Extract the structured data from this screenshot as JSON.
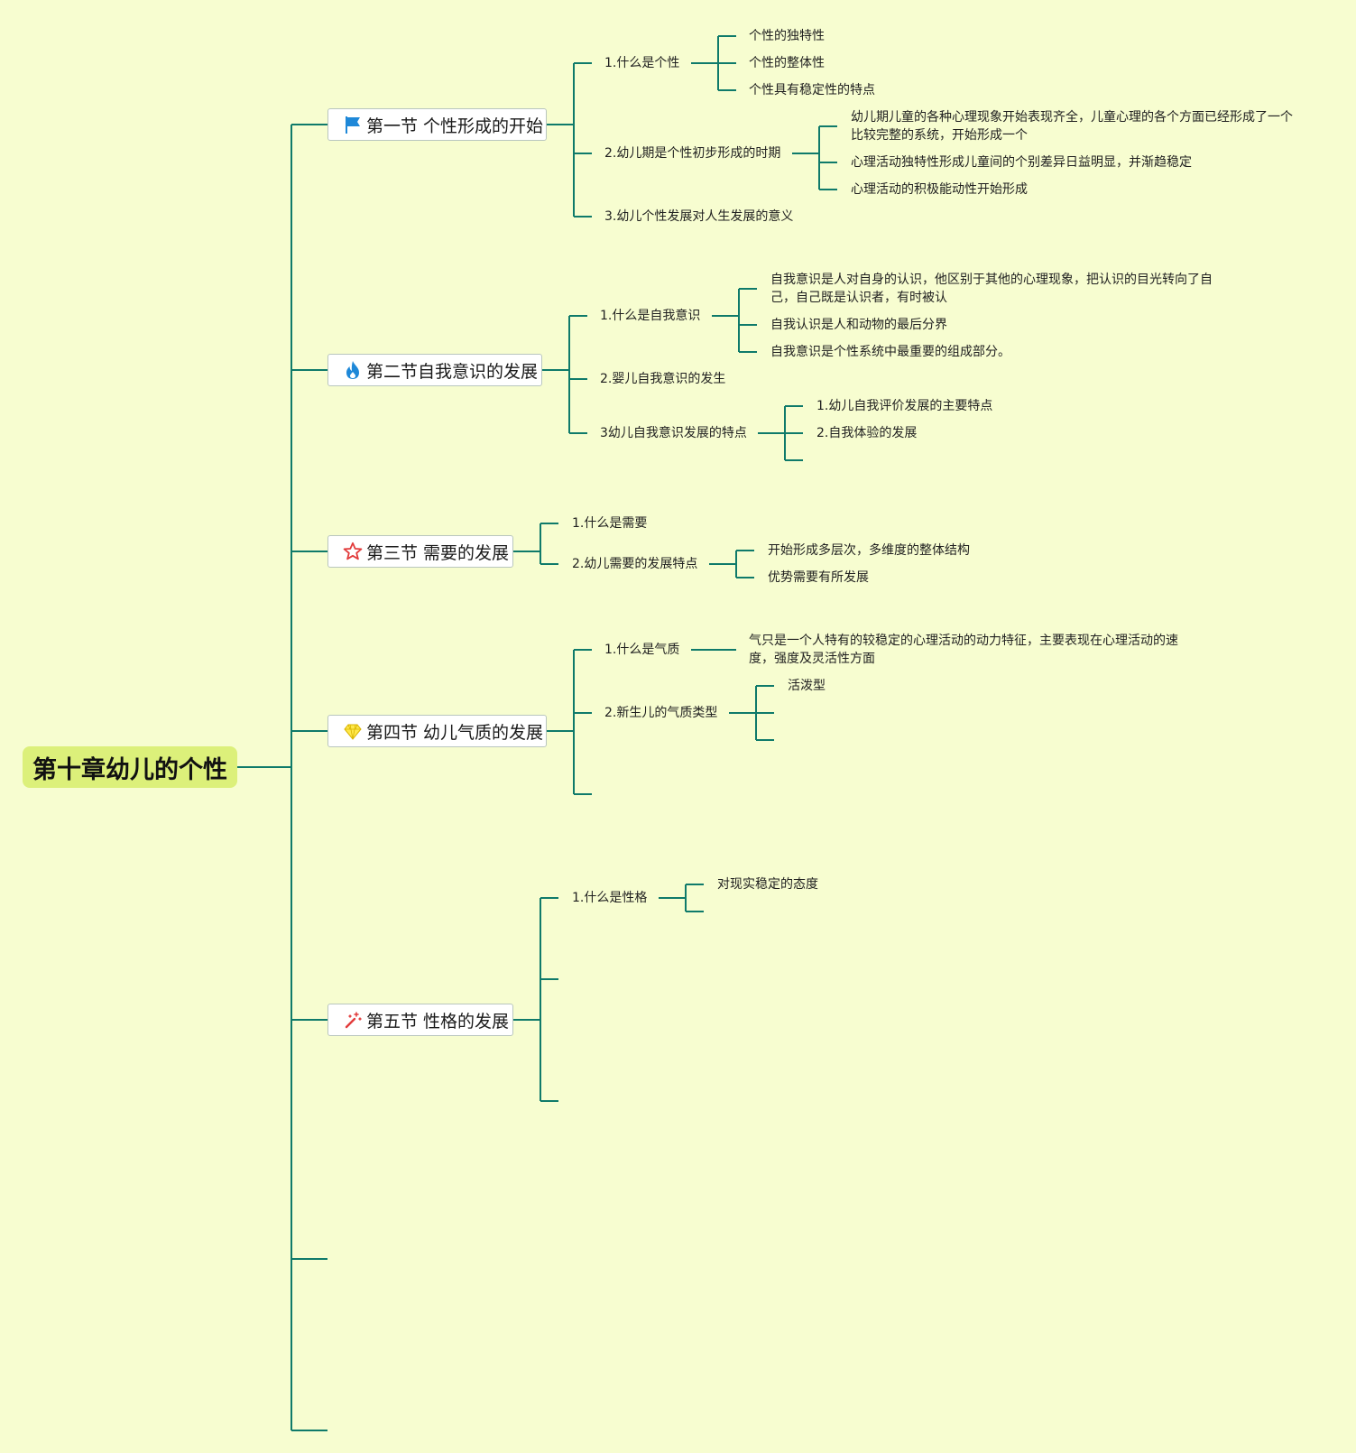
{
  "colors": {
    "background": "#f7fdd0",
    "connector": "#0f7a6a",
    "root_fill": "#dcf07a",
    "section_border": "#b9c6bf"
  },
  "root": {
    "title": "第十章幼儿的个性"
  },
  "sections": [
    {
      "icon": "flag-icon",
      "title": "第一节 个性形成的开始",
      "topics": [
        {
          "label": "1.什么是个性",
          "leaves": [
            [
              "个性的独特性"
            ],
            [
              "个性的整体性"
            ],
            [
              "个性具有稳定性的特点"
            ]
          ]
        },
        {
          "label": "2.幼儿期是个性初步形成的时期",
          "leaves": [
            [
              "幼儿期儿童的各种心理现象开始表现齐全，儿童心理的各个方面已经形成了一个",
              "比较完整的系统，开始形成一个"
            ],
            [
              "心理活动独特性形成儿童间的个别差异日益明显，并渐趋稳定"
            ],
            [
              "心理活动的积极能动性开始形成"
            ]
          ]
        },
        {
          "label": "3.幼儿个性发展对人生发展的意义",
          "leaves": []
        }
      ]
    },
    {
      "icon": "fire-icon",
      "title": "第二节自我意识的发展",
      "topics": [
        {
          "label": "1.什么是自我意识",
          "leaves": [
            [
              "自我意识是人对自身的认识，他区别于其他的心理现象，把认识的目光转向了自",
              "己，自己既是认识者，有时被认"
            ],
            [
              "自我认识是人和动物的最后分界"
            ],
            [
              "自我意识是个性系统中最重要的组成部分。"
            ]
          ]
        },
        {
          "label": "2.婴儿自我意识的发生",
          "leaves": []
        },
        {
          "label": "3幼儿自我意识发展的特点",
          "leaves": [
            [
              "1.幼儿自我评价发展的主要特点"
            ],
            [
              "2.自我体验的发展"
            ],
            [
              ""
            ]
          ]
        }
      ]
    },
    {
      "icon": "star-icon",
      "title": "第三节 需要的发展",
      "topics": [
        {
          "label": "1.什么是需要",
          "leaves": []
        },
        {
          "label": "2.幼儿需要的发展特点",
          "leaves": [
            [
              "开始形成多层次，多维度的整体结构"
            ],
            [
              "优势需要有所发展"
            ]
          ]
        }
      ]
    },
    {
      "icon": "diamond-icon",
      "title": "第四节 幼儿气质的发展",
      "topics": [
        {
          "label": "1.什么是气质",
          "leaves": [
            [
              "气只是一个人特有的较稳定的心理活动的动力特征，主要表现在心理活动的速",
              "度，强度及灵活性方面"
            ]
          ]
        },
        {
          "label": "2.新生儿的气质类型",
          "leaves": [
            [
              "活泼型"
            ],
            [
              ""
            ],
            [
              ""
            ]
          ]
        },
        {
          "label": "",
          "leaves": []
        }
      ]
    },
    {
      "icon": "magic-wand-icon",
      "title": "第五节 性格的发展",
      "topics": [
        {
          "label": "1.什么是性格",
          "leaves": [
            [
              "对现实稳定的态度"
            ],
            [
              ""
            ]
          ]
        },
        {
          "label": "",
          "leaves": []
        },
        {
          "label": "",
          "leaves": []
        }
      ]
    }
  ]
}
